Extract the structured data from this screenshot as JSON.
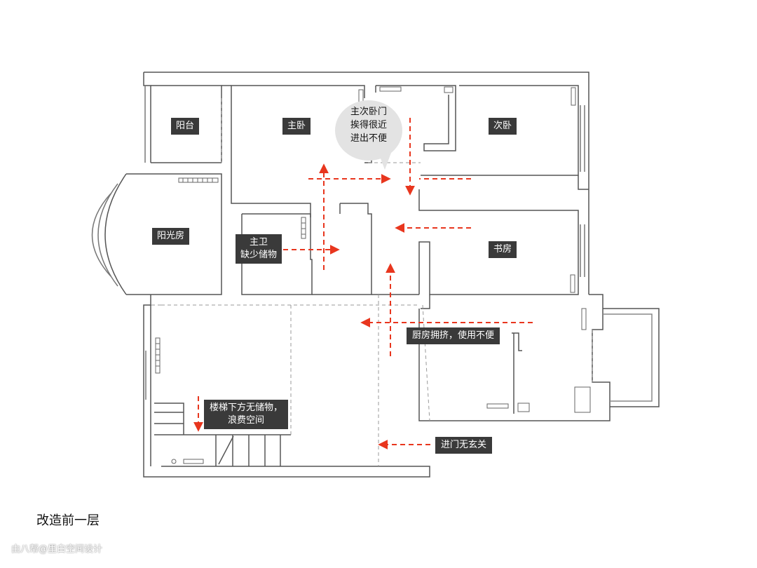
{
  "rooms": {
    "balcony": "阳台",
    "master_bedroom": "主卧",
    "second_bedroom": "次卧",
    "sunroom": "阳光房",
    "study": "书房",
    "master_bath_line1": "主卫",
    "master_bath_line2": "缺少储物"
  },
  "notes": {
    "door_bubble": [
      "主次卧门",
      "挨得很近",
      "进出不便"
    ],
    "kitchen": "厨房拥挤，使用不便",
    "stairs_line1": "楼梯下方无储物，",
    "stairs_line2": "浪费空间",
    "entrance": "进门无玄关"
  },
  "caption": "改造前一层",
  "watermark": "由八帮@里白空间设计",
  "colors": {
    "wall": "#555555",
    "arrow": "#e8361e",
    "label_bg": "#3a3a3a",
    "bubble_bg": "#e3e3e3"
  }
}
